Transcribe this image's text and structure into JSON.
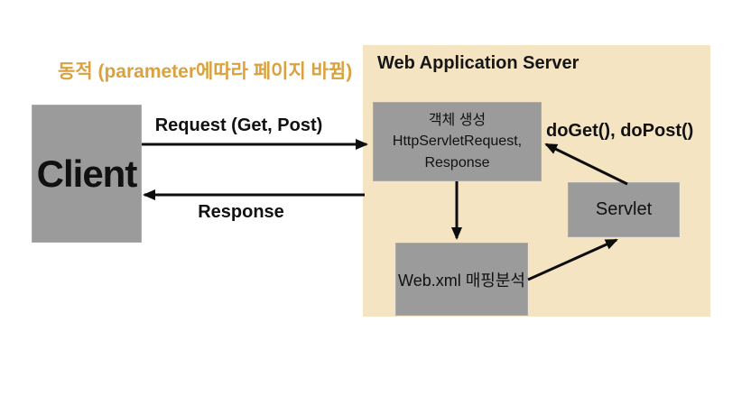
{
  "note": {
    "text": "동적 (parameter에따라 페이지 바뀜)"
  },
  "client": {
    "label": "Client"
  },
  "server": {
    "title": "Web Application Server",
    "create_box": {
      "line1": "객체 생성",
      "line2": "HttpServletRequest,",
      "line3": "Response"
    },
    "servlet_box": {
      "label": "Servlet"
    },
    "webxml_box": {
      "label": "Web.xml 매핑분석"
    }
  },
  "flows": {
    "request_label": "Request (Get, Post)",
    "response_label": "Response",
    "doget_label": "doGet(), doPost()"
  },
  "colors": {
    "panel_background": "#f4e4c2",
    "box_fill": "#9b9b9b",
    "note_text": "#d9a23f",
    "arrow": "#0d0d0d",
    "page_background": "#ffffff"
  }
}
